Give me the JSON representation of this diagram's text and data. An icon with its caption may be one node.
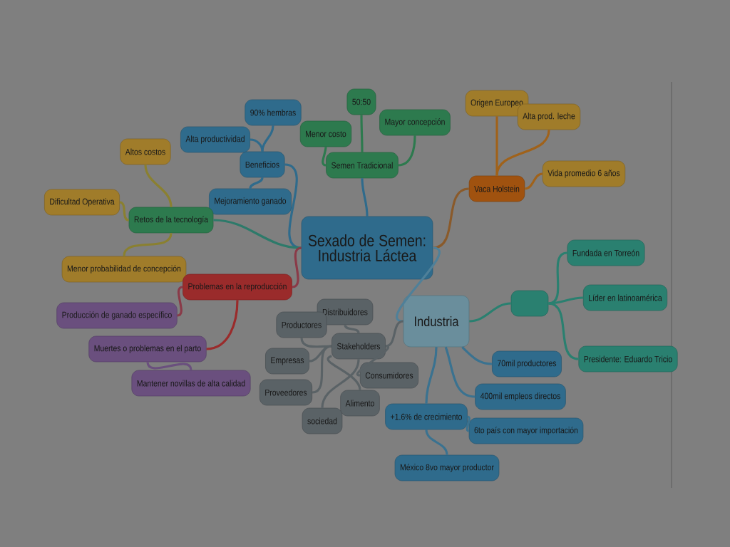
{
  "diagram": {
    "nodes": [
      {
        "text": [
          "Sexado de Semen: Industria Láctea"
        ]
      },
      {
        "text": [
          "Beneficios"
        ]
      },
      {
        "text": [
          "90% hembras"
        ]
      },
      {
        "text": [
          "Alta productividad"
        ]
      },
      {
        "text": [
          "Mejoramiento ganado"
        ]
      },
      {
        "text": [
          "Semen Tradicional"
        ]
      },
      {
        "text": [
          "50:50"
        ]
      },
      {
        "text": [
          "Menor costo"
        ]
      },
      {
        "text": [
          "Mayor concepción"
        ]
      },
      {
        "text": [
          "Retos de la tecnología"
        ]
      },
      {
        "text": [
          "Altos costos"
        ]
      },
      {
        "text": [
          "Dificultad Operativa"
        ]
      },
      {
        "text": [
          "Menor probabilidad de concepción"
        ]
      },
      {
        "text": [
          "Problemas en la reproducción"
        ]
      },
      {
        "text": [
          "Producción de ganado específico"
        ]
      },
      {
        "text": [
          "Muertes o problemas en el parto"
        ]
      },
      {
        "text": [
          "Mantener novillas de alta calidad"
        ]
      },
      {
        "text": [
          "Vaca Holstein"
        ]
      },
      {
        "text": [
          "Origen Europeo"
        ]
      },
      {
        "text": [
          "Alta prod. leche"
        ]
      },
      {
        "text": [
          "Vida promedio 6 años"
        ]
      },
      {
        "text": [
          "Industria"
        ]
      },
      {
        "text": [],
        "shape": "box"
      },
      {
        "text": [
          "Fundada en Torreón"
        ]
      },
      {
        "text": [
          "Líder en latinoamérica"
        ]
      },
      {
        "text": [
          "Presidente: Eduardo Tricio"
        ]
      },
      {
        "text": [
          "Stakeholders"
        ]
      },
      {
        "text": [
          "Distribuidores"
        ]
      },
      {
        "text": [
          "Productores"
        ]
      },
      {
        "text": [
          "Empresas"
        ]
      },
      {
        "text": [
          "Proveedores"
        ]
      },
      {
        "text": [
          "sociedad"
        ]
      },
      {
        "text": [
          "Alimento"
        ]
      },
      {
        "text": [
          "Consumidores"
        ]
      },
      {
        "text": [
          "70mil productores"
        ]
      },
      {
        "text": [
          "400mil empleos directos"
        ]
      },
      {
        "text": [
          "+1.6% de crecimiento"
        ]
      },
      {
        "text": [
          "6to país con mayor importación"
        ]
      },
      {
        "text": [
          "México 8vo mayor productor"
        ]
      }
    ],
    "edges": [
      {
        "from": 0,
        "to": 1,
        "arrow": "none",
        "color": "#2f6b8c"
      },
      {
        "from": 1,
        "to": 2,
        "arrow": "none",
        "color": "#2f6b8c"
      },
      {
        "from": 1,
        "to": 3,
        "arrow": "none",
        "color": "#2f6b8c"
      },
      {
        "from": 1,
        "to": 4,
        "arrow": "none",
        "color": "#2f6b8c"
      },
      {
        "from": 0,
        "to": 5,
        "arrow": "none",
        "color": "#2f6b8c"
      },
      {
        "from": 5,
        "to": 6,
        "arrow": "none",
        "color": "#2d7a4e"
      },
      {
        "from": 5,
        "to": 7,
        "arrow": "none",
        "color": "#2d7a4e"
      },
      {
        "from": 5,
        "to": 8,
        "arrow": "none",
        "color": "#2d7a4e"
      },
      {
        "from": 0,
        "to": 9,
        "arrow": "none",
        "color": "#2d7a6a"
      },
      {
        "from": 9,
        "to": 10,
        "arrow": "none",
        "color": "#8a8030"
      },
      {
        "from": 9,
        "to": 11,
        "arrow": "none",
        "color": "#8a8030"
      },
      {
        "from": 9,
        "to": 12,
        "arrow": "none",
        "color": "#8a8030"
      },
      {
        "from": 0,
        "to": 13,
        "arrow": "none",
        "color": "#8a3a48"
      },
      {
        "from": 13,
        "to": 14,
        "arrow": "none",
        "color": "#8a3a48"
      },
      {
        "from": 13,
        "to": 15,
        "arrow": "none",
        "color": "#9a2b2b"
      },
      {
        "from": 15,
        "to": 16,
        "arrow": "none",
        "color": "#6a4f7e"
      },
      {
        "from": 0,
        "to": 17,
        "arrow": "none",
        "color": "#8a5a2a"
      },
      {
        "from": 17,
        "to": 18,
        "arrow": "none",
        "color": "#a0621a"
      },
      {
        "from": 17,
        "to": 19,
        "arrow": "none",
        "color": "#a0621a"
      },
      {
        "from": 17,
        "to": 20,
        "arrow": "none",
        "color": "#a0621a"
      },
      {
        "from": 0,
        "to": 21,
        "arrow": "none",
        "color": "#4f8099"
      },
      {
        "from": 21,
        "to": 22,
        "arrow": "none",
        "color": "#2a8070"
      },
      {
        "from": 22,
        "to": 23,
        "arrow": "none",
        "color": "#2a8070"
      },
      {
        "from": 22,
        "to": 24,
        "arrow": "none",
        "color": "#2a8070"
      },
      {
        "from": 22,
        "to": 25,
        "arrow": "none",
        "color": "#2a8070"
      },
      {
        "from": 21,
        "to": 26,
        "arrow": "none",
        "color": "#5a6266"
      },
      {
        "from": 26,
        "to": 27,
        "arrow": "none",
        "color": "#5a6266"
      },
      {
        "from": 26,
        "to": 28,
        "arrow": "none",
        "color": "#5a6266"
      },
      {
        "from": 26,
        "to": 29,
        "arrow": "none",
        "color": "#5a6266"
      },
      {
        "from": 26,
        "to": 30,
        "arrow": "none",
        "color": "#5a6266"
      },
      {
        "from": 26,
        "to": 31,
        "arrow": "none",
        "color": "#5a6266"
      },
      {
        "from": 26,
        "to": 32,
        "arrow": "none",
        "color": "#5a6266"
      },
      {
        "from": 26,
        "to": 33,
        "arrow": "none",
        "color": "#5a6266"
      },
      {
        "from": 21,
        "to": 34,
        "arrow": "none",
        "color": "#3a7290"
      },
      {
        "from": 21,
        "to": 35,
        "arrow": "none",
        "color": "#3a7290"
      },
      {
        "from": 21,
        "to": 36,
        "arrow": "none",
        "color": "#3a7290"
      },
      {
        "from": 36,
        "to": 37,
        "arrow": "none",
        "color": "#3a7290"
      },
      {
        "from": 36,
        "to": 38,
        "arrow": "none",
        "color": "#3a7290"
      }
    ]
  }
}
